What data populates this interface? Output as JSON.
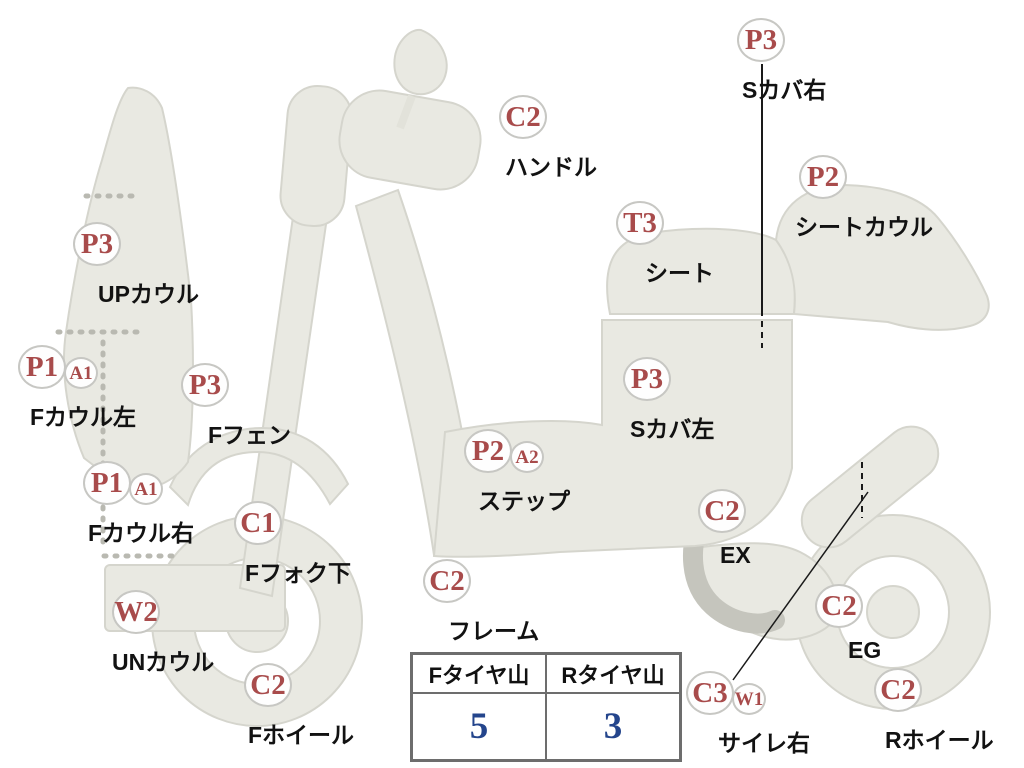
{
  "diagram_title": "motorcycle-condition-diagram",
  "markers": [
    {
      "code": "P3",
      "label": "Sカバ右"
    },
    {
      "code": "C2",
      "label": "ハンドル"
    },
    {
      "code": "P2",
      "label": "シートカウル"
    },
    {
      "code": "T3",
      "label": "シート"
    },
    {
      "code": "P3",
      "label": "UPカウル"
    },
    {
      "code": "P1",
      "sub": "A1",
      "label": "Fカウル左"
    },
    {
      "code": "P3",
      "label": "Fフェン"
    },
    {
      "code": "P3",
      "label": "Sカバ左"
    },
    {
      "code": "P2",
      "sub": "A2",
      "label": "ステップ"
    },
    {
      "code": "P1",
      "sub": "A1",
      "label": "Fカウル右"
    },
    {
      "code": "C1",
      "label": "Fフォク下"
    },
    {
      "code": "C2",
      "label": "EX"
    },
    {
      "code": "C2",
      "label": "フレーム"
    },
    {
      "code": "W2",
      "label": "UNカウル"
    },
    {
      "code": "C2",
      "label": "EG"
    },
    {
      "code": "C2",
      "label": "Fホイール"
    },
    {
      "code": "C3",
      "sub": "W1",
      "label": "サイレ右"
    },
    {
      "code": "C2",
      "label": "Rホイール"
    }
  ],
  "tire_table": {
    "front_header": "Fタイヤ山",
    "rear_header": "Rタイヤ山",
    "front_value": "5",
    "rear_value": "3"
  },
  "colors": {
    "code_text": "#a84b4b",
    "label_text": "#121212",
    "tire_value_text": "#24458c",
    "body_fill": "#e9e9e2",
    "body_stroke": "#d5d5cd"
  }
}
